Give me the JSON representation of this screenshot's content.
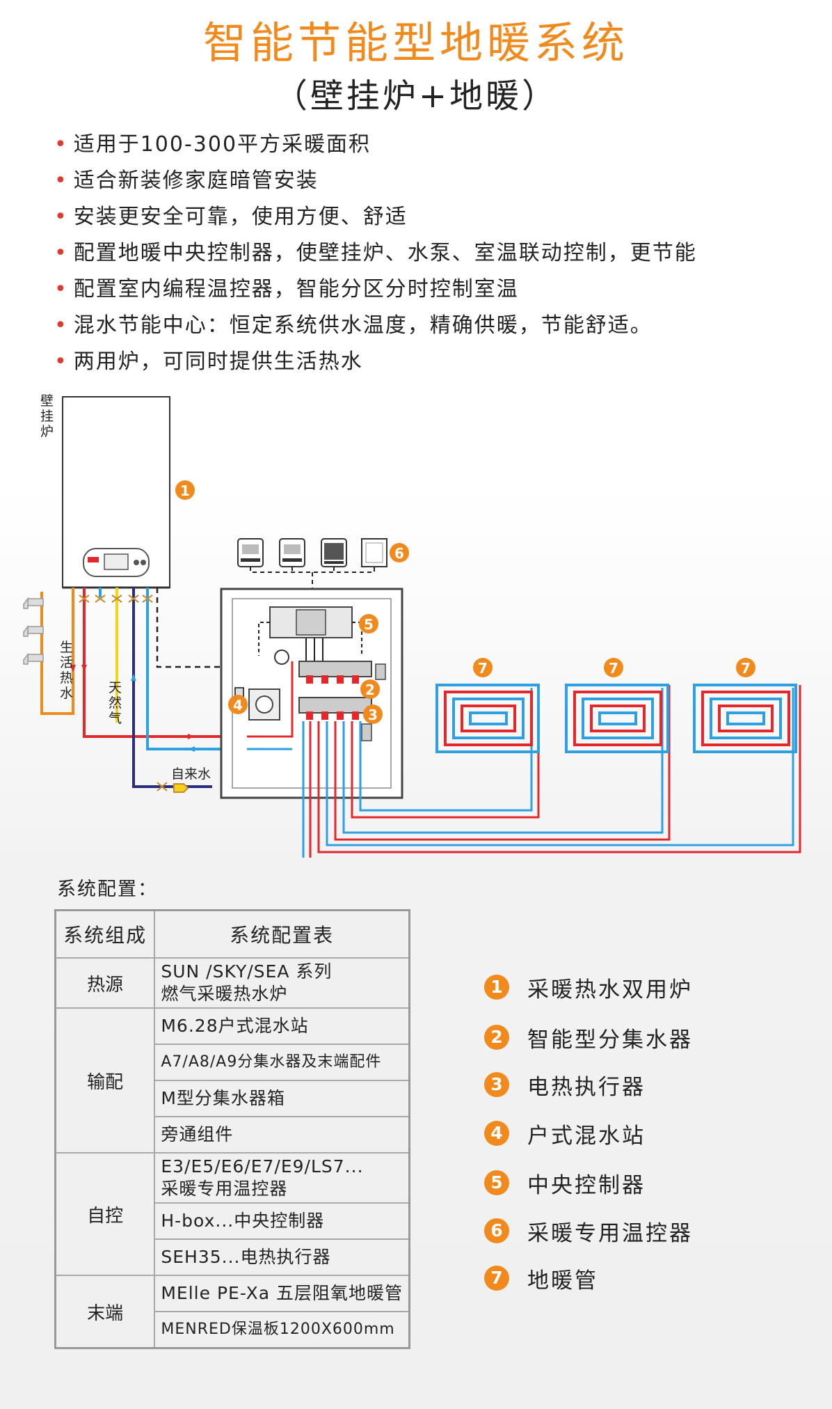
{
  "header": {
    "title": "智能节能型地暖系统",
    "subtitle": "（壁挂炉+地暖）"
  },
  "features": [
    "适用于100-300平方采暖面积",
    "适合新装修家庭暗管安装",
    "安装更安全可靠，使用方便、舒适",
    "配置地暖中央控制器，使壁挂炉、水泵、室温联动控制，更节能",
    "配置室内编程温控器，智能分区分时控制室温",
    "混水节能中心：恒定系统供水温度，精确供暖，节能舒适。",
    "两用炉，可同时提供生活热水"
  ],
  "bullet": "•",
  "diagram": {
    "boiler_label": [
      "壁",
      "挂",
      "炉"
    ],
    "hot_water_label": [
      "生",
      "活",
      "热",
      "水"
    ],
    "gas_label": [
      "天",
      "然",
      "气"
    ],
    "tap_water_label": "自来水",
    "badges": {
      "boiler": "1",
      "manifold": "2",
      "actuator": "3",
      "mixing_station": "4",
      "controller": "5",
      "thermostat": "6",
      "loop": "7"
    },
    "colors": {
      "hot": "#e2282b",
      "cold": "#2e9fe0",
      "gas": "#f2d318",
      "gas_supply": "#f08a1c",
      "return": "#2a2d7c",
      "accent": "#f08a1c"
    }
  },
  "config": {
    "label": "系统配置：",
    "header": [
      "系统组成",
      "系统配置表"
    ],
    "groups": [
      {
        "name": "热源",
        "items": [
          [
            "SUN /SKY/SEA 系列",
            "燃气采暖热水炉"
          ]
        ]
      },
      {
        "name": "输配",
        "items": [
          [
            "M6.28户式混水站"
          ],
          [
            "A7/A8/A9分集水器及末端配件"
          ],
          [
            "M型分集水器箱"
          ],
          [
            "旁通组件"
          ]
        ]
      },
      {
        "name": "自控",
        "items": [
          [
            "E3/E5/E6/E7/E9/LS7...",
            "采暖专用温控器"
          ],
          [
            "H-box...中央控制器"
          ],
          [
            "SEH35...电热执行器"
          ]
        ]
      },
      {
        "name": "末端",
        "items": [
          [
            "MElle PE-Xa 五层阻氧地暖管"
          ],
          [
            "MENRED保温板1200X600mm"
          ]
        ]
      }
    ]
  },
  "legend": [
    {
      "num": "1",
      "text": "采暖热水双用炉"
    },
    {
      "num": "2",
      "text": "智能型分集水器"
    },
    {
      "num": "3",
      "text": "电热执行器"
    },
    {
      "num": "4",
      "text": "户式混水站"
    },
    {
      "num": "5",
      "text": "中央控制器"
    },
    {
      "num": "6",
      "text": "采暖专用温控器"
    },
    {
      "num": "7",
      "text": "地暖管"
    }
  ]
}
